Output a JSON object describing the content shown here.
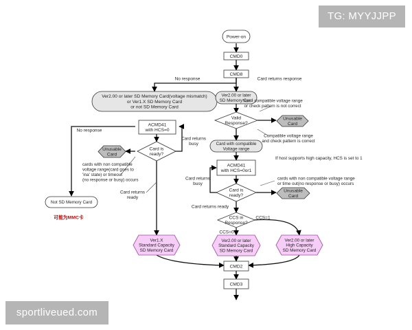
{
  "watermarks": {
    "top": "TG: MYYJJPP",
    "bottom": "sportliveued.com"
  },
  "nodes": {
    "power_on": "Power-on",
    "cmd0": "CMD0",
    "cmd8": "CMD8",
    "ver2_left": [
      "Ver2.00 or later SD Memory Card(voltage mismatch)",
      "or Ver1.X SD Memory Card",
      "or not SD Memory Card"
    ],
    "ver2_right": [
      "Ver2.00 or later",
      "SD Memory Card"
    ],
    "valid_response": [
      "Valid",
      "Response?"
    ],
    "unusable_1": [
      "Unusable",
      "Card"
    ],
    "acmd41_hcs0": [
      "ACMD41",
      "with HCS=0"
    ],
    "card_compat": [
      "Card with compatible",
      "Voltage range"
    ],
    "unusable_left": [
      "Unusable",
      "Card"
    ],
    "card_ready_left": [
      "Card is",
      "ready?"
    ],
    "acmd41_hcs01": [
      "ACMD41",
      "with HCS=0or1"
    ],
    "card_ready_right": [
      "Card is",
      "ready?"
    ],
    "unusable_2": [
      "Unusable",
      "Card"
    ],
    "not_sd": "Not SD Memory Card",
    "ccs": [
      "CCS in",
      "Response?"
    ],
    "result_v1": [
      "Ver1.X",
      "Standard Capacity",
      "SD Memory Card"
    ],
    "result_v2_std": [
      "Ver2.00 or later",
      "Standard Capacity",
      "SD Memory Card"
    ],
    "result_v2_high": [
      "Ver2.00 or later",
      "High Capacity",
      "SD Memory Card"
    ],
    "cmd2": "CMD2",
    "cmd3": "CMD3"
  },
  "labels": {
    "no_response_1": "No response",
    "card_returns_response": "Card returns response",
    "non_compatible": [
      "Non - compatible voltage range",
      "or check pattern is not correct"
    ],
    "compatible": [
      "Compatible voltage range",
      "and check pattern is correct"
    ],
    "no_response_2": "No response",
    "card_returns_busy_left": [
      "Card returns",
      "busy"
    ],
    "cards_noncompat_left": [
      "cards with non compatible",
      "voltage range(card goes to",
      "'ina' state) or timeout",
      "(no response or busy) occurs"
    ],
    "card_returns_ready_left": [
      "Card returns",
      "ready"
    ],
    "mmc_note": "可能为MMC卡",
    "hcs_note": "If host supports high capacity, HCS is set to 1",
    "card_returns_busy_right": [
      "Card returns",
      "busy"
    ],
    "cards_noncompat_right": [
      "cards with non compatible voltage range",
      "or time   out(no response or busy) occurs"
    ],
    "card_returns_ready_right": "Card returns ready",
    "ccs0": "CCS=0",
    "ccs1": "CCS=1"
  },
  "colors": {
    "stroke": "#333333",
    "gray_fill": "#e6e6e6",
    "dark_gray_fill": "#bdbdbd",
    "pink_fill": "#f6cdf6",
    "pink_stroke": "#9a4a9a",
    "red_text": "#cc0000",
    "watermark": "#b5b5b5"
  }
}
